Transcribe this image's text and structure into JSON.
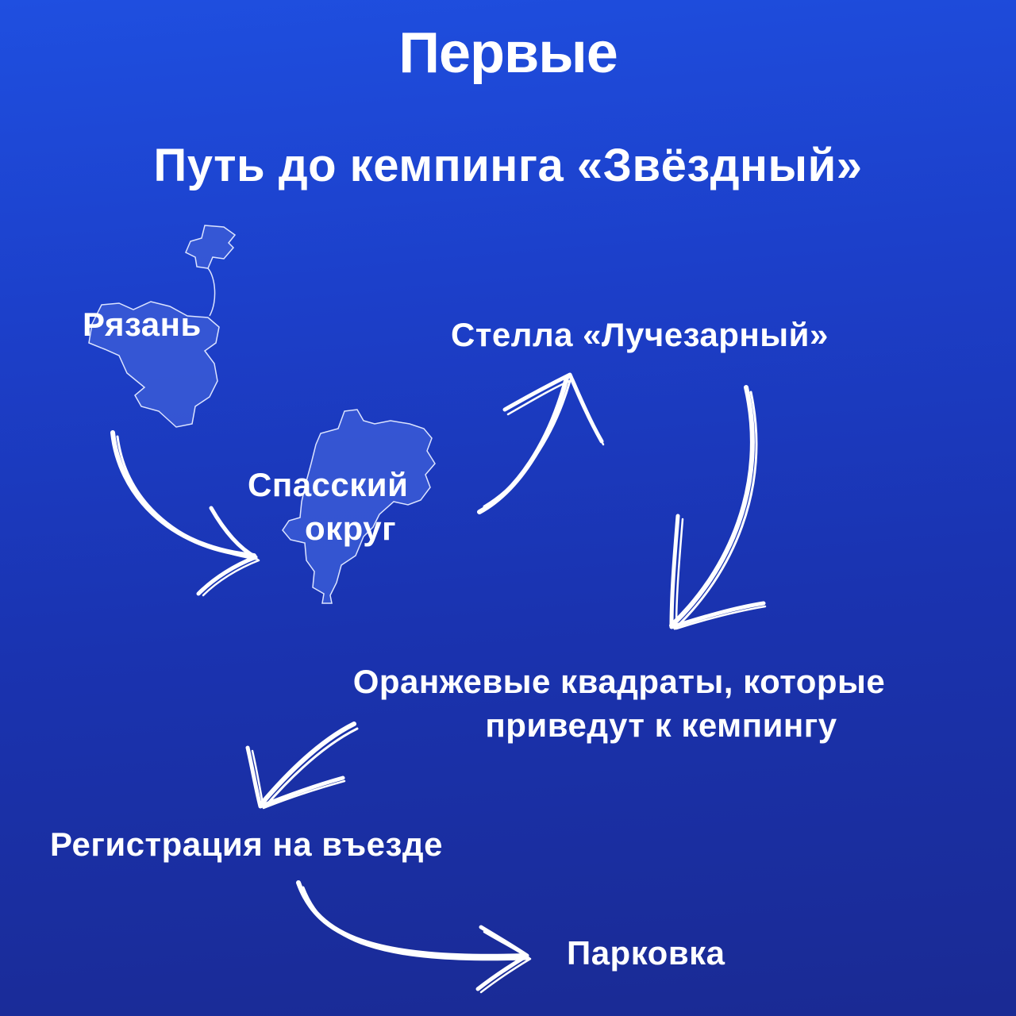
{
  "header": {
    "brand": "Первые",
    "title": "Путь до кемпинга «Звёздный»"
  },
  "route": {
    "steps": [
      {
        "id": "ryazan",
        "label": "Рязань"
      },
      {
        "id": "spassky",
        "label_line1": "Спасский",
        "label_line2": "округ"
      },
      {
        "id": "stella",
        "label": "Стелла «Лучезарный»"
      },
      {
        "id": "orange",
        "label_line1": "Оранжевые квадраты, которые",
        "label_line2": "приведут к кемпингу"
      },
      {
        "id": "registration",
        "label": "Регистрация на въезде"
      },
      {
        "id": "parking",
        "label": "Парковка"
      }
    ]
  },
  "colors": {
    "background_top": "#1f4fe0",
    "background_bottom": "#1a2a93",
    "text": "#ffffff",
    "map_fill": "#3a5ad6"
  }
}
